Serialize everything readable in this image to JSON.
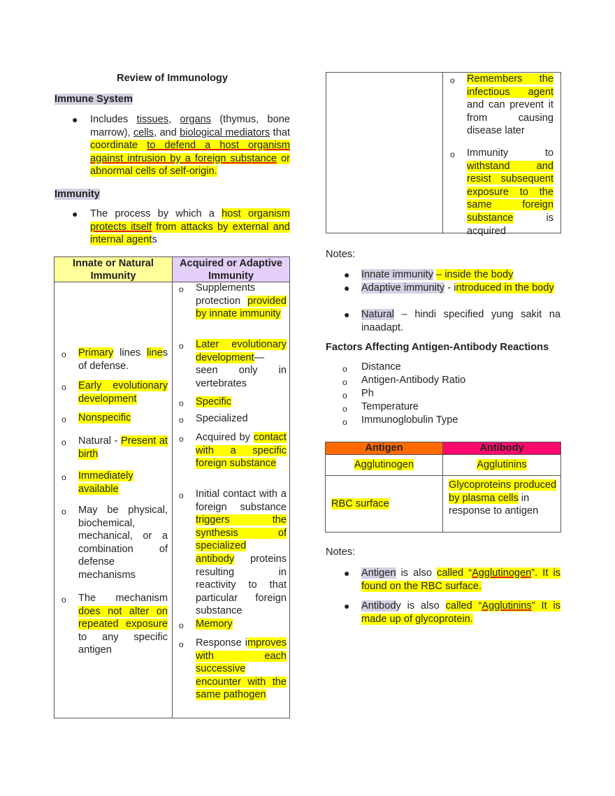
{
  "title": "Review of Immunology",
  "immune_system": {
    "heading": "Immune System",
    "bullet": [
      {
        "t": "Includes ",
        "f": ""
      },
      {
        "t": "tissues",
        "f": "u"
      },
      {
        "t": ", ",
        "f": ""
      },
      {
        "t": "organs",
        "f": "u"
      },
      {
        "t": " (thymus, bone marrow), ",
        "f": ""
      },
      {
        "t": "cells",
        "f": "u"
      },
      {
        "t": ", and ",
        "f": ""
      },
      {
        "t": "biological mediators",
        "f": "u"
      },
      {
        "t": " that ",
        "f": ""
      },
      {
        "t": "coordinate ",
        "f": "y"
      },
      {
        "t": "to defend a host organism against intrusion by a foreign substance",
        "f": "y r"
      },
      {
        "t": " or abnormal cells of self-origin.",
        "f": "y"
      }
    ]
  },
  "immunity": {
    "heading": "Immunity",
    "bullet": [
      {
        "t": "The process by which a ",
        "f": ""
      },
      {
        "t": "host organism ",
        "f": "y"
      },
      {
        "t": "protects itself",
        "f": "y r"
      },
      {
        "t": " from attacks by external and internal agent",
        "f": "y"
      },
      {
        "t": "s",
        "f": ""
      }
    ]
  },
  "immunity_table": {
    "headers": [
      "Innate or Natural Immunity",
      "Acquired or Adaptive Immunity"
    ],
    "header_colors": [
      "#ffff99",
      "#e3cff7"
    ],
    "innate": [
      [
        {
          "t": "Primary",
          "f": "y"
        },
        {
          "t": " lines ",
          "f": ""
        },
        {
          "t": "line",
          "f": "y"
        },
        {
          "t": "s of defense.",
          "f": ""
        }
      ],
      [
        {
          "t": "Early evolutionary development",
          "f": "y"
        }
      ],
      [
        {
          "t": "Nonspecific",
          "f": "y"
        }
      ],
      [
        {
          "t": "Natural - ",
          "f": ""
        },
        {
          "t": "Present at birth",
          "f": "y"
        }
      ],
      [
        {
          "t": "Immediately available",
          "f": "y"
        }
      ],
      [
        {
          "t": "May be physical, biochemical, mechanical, or a combination of defense mechanisms",
          "f": ""
        }
      ],
      [
        {
          "t": "The mechanism ",
          "f": ""
        },
        {
          "t": "does not alter on repeated exposure",
          "f": "y"
        },
        {
          "t": " to any specific antigen",
          "f": ""
        }
      ]
    ],
    "adaptive": [
      [
        {
          "t": "Supplements protection ",
          "f": ""
        },
        {
          "t": "provided by innate immunity",
          "f": "y"
        }
      ],
      [
        {
          "t": "Later evolutionary development",
          "f": "y"
        },
        {
          "t": "— seen only in vertebrates",
          "f": ""
        }
      ],
      [
        {
          "t": "Specific",
          "f": "y"
        }
      ],
      [
        {
          "t": "Specialized",
          "f": ""
        }
      ],
      [
        {
          "t": "Acquired by ",
          "f": ""
        },
        {
          "t": "contact with a specific foreign substance",
          "f": "y"
        }
      ],
      [
        {
          "t": "Initial contact with a foreign substance ",
          "f": ""
        },
        {
          "t": "triggers the synthesis of specialized antibody",
          "f": "y"
        },
        {
          "t": " proteins resulting in reactivity to that particular foreign substance",
          "f": ""
        }
      ],
      [
        {
          "t": "Memory",
          "f": "y"
        }
      ],
      [
        {
          "t": "Response i",
          "f": ""
        },
        {
          "t": "mproves with each successive encounter with the same pathogen",
          "f": "y"
        }
      ]
    ],
    "adaptive_continued": [
      [
        {
          "t": "Remembers the infectious agent",
          "f": "y"
        },
        {
          "t": " and can prevent it from causing disease later",
          "f": ""
        }
      ],
      [
        {
          "t": "Immunity to ",
          "f": ""
        },
        {
          "t": "withstand and resist subsequent exposure to the same foreign substance",
          "f": "y"
        },
        {
          "t": " is acquired",
          "f": ""
        }
      ]
    ]
  },
  "notes1": {
    "label": "Notes:",
    "items": [
      [
        {
          "t": "Innate immunity",
          "f": "l"
        },
        {
          "t": " ",
          "f": ""
        },
        {
          "t": "– inside the body",
          "f": "y"
        }
      ],
      [
        {
          "t": "Adaptive immunity",
          "f": "l"
        },
        {
          "t": " -  i",
          "f": ""
        },
        {
          "t": "ntroduced in the body",
          "f": "y"
        }
      ],
      [
        {
          "t": "Natural",
          "f": "l"
        },
        {
          "t": " – hindi specified yung sakit na inaadapt.",
          "f": ""
        }
      ]
    ]
  },
  "factors": {
    "heading": "Factors Affecting Antigen-Antibody Reactions",
    "items": [
      "Distance",
      "Antigen-Antibody Ratio",
      "Ph",
      "Temperature",
      "Immunoglobulin Type"
    ]
  },
  "ag_table": {
    "headers": [
      "Antigen",
      "Antibody"
    ],
    "header_colors": [
      "#ff6a00",
      "#ff0a6c"
    ],
    "row1": [
      [
        {
          "t": "Agglutinogen",
          "f": "y"
        }
      ],
      [
        {
          "t": "Agglutinins",
          "f": "y"
        }
      ]
    ],
    "row2": [
      [
        {
          "t": "RBC surface",
          "f": "y"
        }
      ],
      [
        {
          "t": "Glycoproteins produced by plasma cells",
          "f": "y"
        },
        {
          "t": " in response to antigen",
          "f": ""
        }
      ]
    ]
  },
  "notes2": {
    "label": "Notes:",
    "items": [
      [
        {
          "t": "Antigen",
          "f": "l"
        },
        {
          "t": " is also ",
          "f": ""
        },
        {
          "t": "called “",
          "f": "y"
        },
        {
          "t": "Agglutinogen",
          "f": "y r"
        },
        {
          "t": "”. It is found on the RBC surface.",
          "f": "y"
        }
      ],
      [
        {
          "t": "Antibod",
          "f": "l"
        },
        {
          "t": "y is also ",
          "f": ""
        },
        {
          "t": "called “",
          "f": "y"
        },
        {
          "t": "Agglutinins",
          "f": "y r"
        },
        {
          "t": "” It is made up of glycoprotein.",
          "f": "y"
        }
      ]
    ]
  }
}
